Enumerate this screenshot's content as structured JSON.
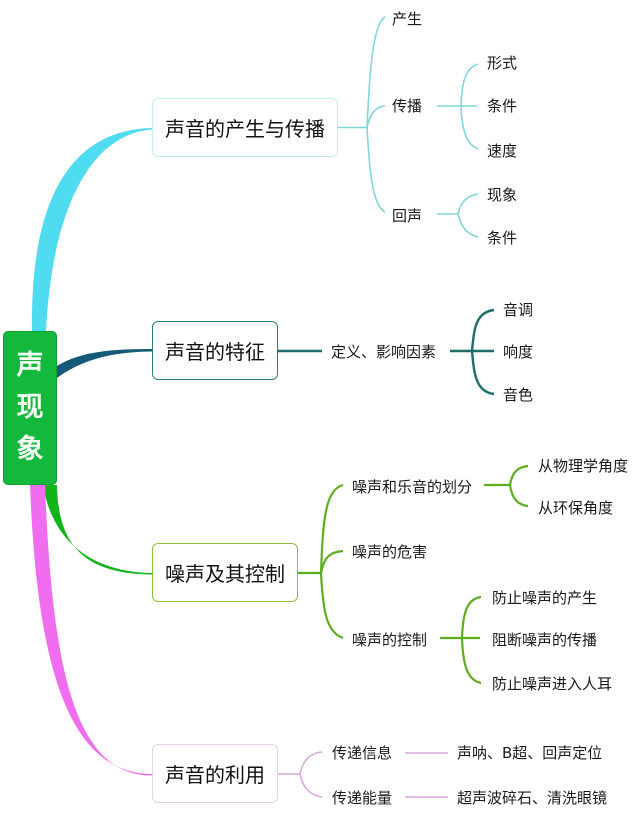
{
  "colors": {
    "root_fill": "#14b83c",
    "branch_1": "#4fdcf0",
    "branch_1_connector": "#7fd6dc",
    "branch_2": "#155a78",
    "branch_2_connector": "#1d6d6a",
    "branch_3": "#12b31b",
    "branch_3_connector": "#5cae1e",
    "branch_4": "#f06df0",
    "branch_4_connector": "#d8a8dc"
  },
  "root": {
    "label": "声现象",
    "chars": [
      "声",
      "现",
      "象"
    ]
  },
  "branches": [
    {
      "label": "声音的产生与传播",
      "children": [
        {
          "label": "产生",
          "children": []
        },
        {
          "label": "传播",
          "children": [
            {
              "label": "形式"
            },
            {
              "label": "条件"
            },
            {
              "label": "速度"
            }
          ]
        },
        {
          "label": "回声",
          "children": [
            {
              "label": "现象"
            },
            {
              "label": "条件"
            }
          ]
        }
      ]
    },
    {
      "label": "声音的特征",
      "children": [
        {
          "label": "定义、影响因素",
          "children": [
            {
              "label": "音调"
            },
            {
              "label": "响度"
            },
            {
              "label": "音色"
            }
          ]
        }
      ]
    },
    {
      "label": "噪声及其控制",
      "children": [
        {
          "label": "噪声和乐音的划分",
          "children": [
            {
              "label": "从物理学角度"
            },
            {
              "label": "从环保角度"
            }
          ]
        },
        {
          "label": "噪声的危害",
          "children": []
        },
        {
          "label": "噪声的控制",
          "children": [
            {
              "label": "防止噪声的产生"
            },
            {
              "label": "阻断噪声的传播"
            },
            {
              "label": "防止噪声进入人耳"
            }
          ]
        }
      ]
    },
    {
      "label": "声音的利用",
      "children": [
        {
          "label": "传递信息",
          "children": [
            {
              "label": "声呐、B超、回声定位"
            }
          ]
        },
        {
          "label": "传递能量",
          "children": [
            {
              "label": "超声波碎石、清洗眼镜"
            }
          ]
        }
      ]
    }
  ]
}
